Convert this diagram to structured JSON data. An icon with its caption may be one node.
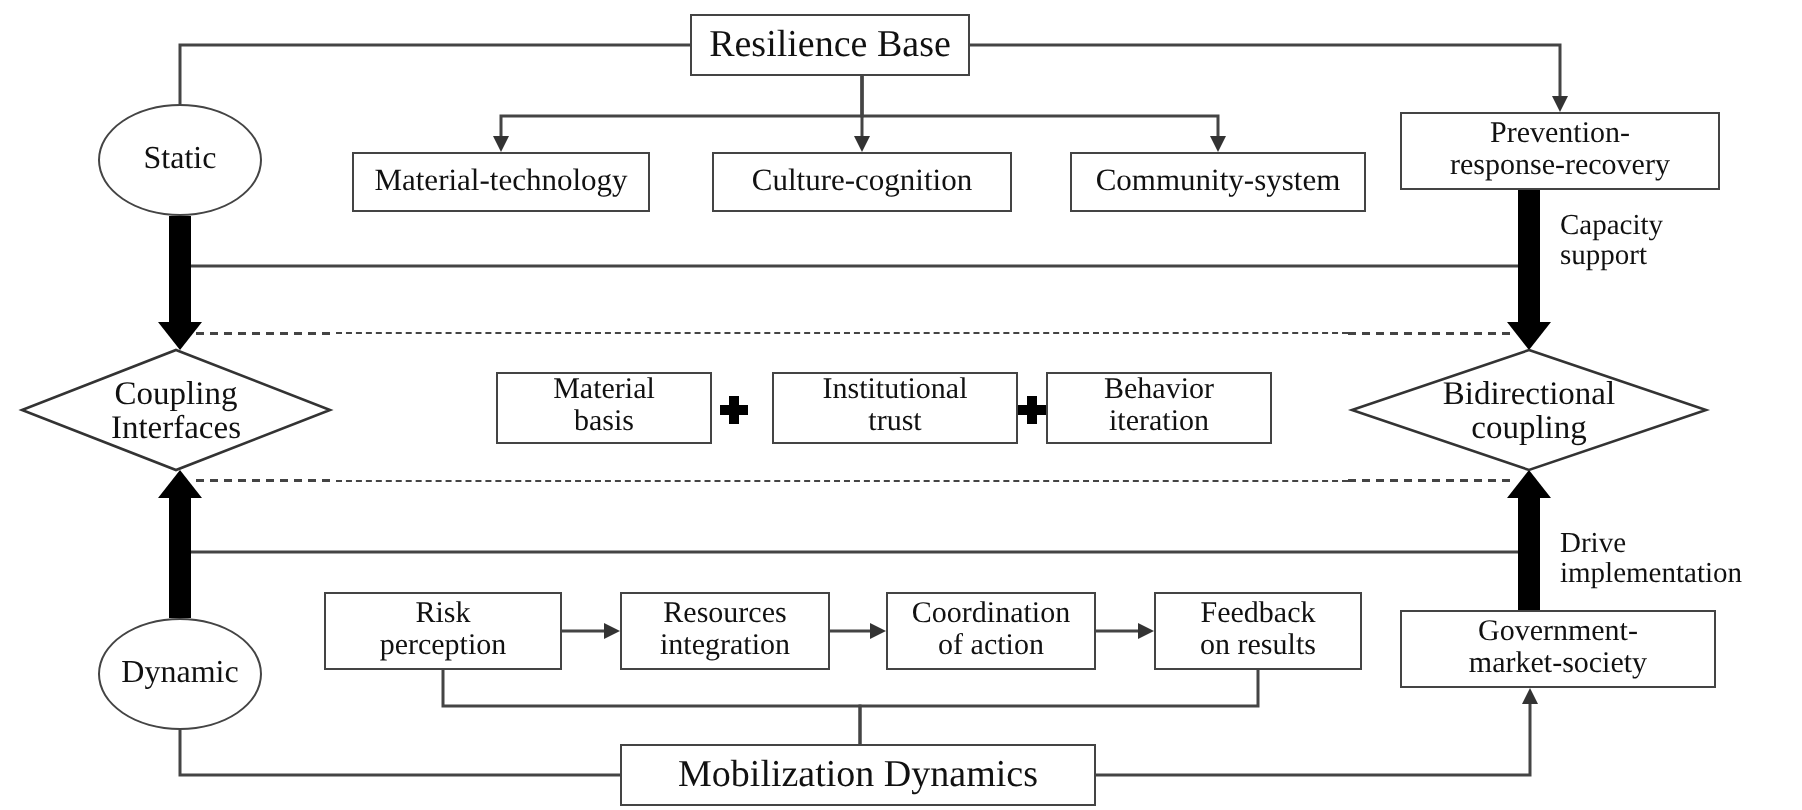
{
  "diagram": {
    "nodes": [
      {
        "text": [
          "Resilience Base"
        ]
      },
      {
        "text": [
          "Static"
        ]
      },
      {
        "text": [
          "Material-technology"
        ]
      },
      {
        "text": [
          "Culture-cognition"
        ]
      },
      {
        "text": [
          "Community-system"
        ]
      },
      {
        "text": [
          "Prevention-response-recovery"
        ]
      },
      {
        "text": [],
        "shape": "box"
      },
      {
        "text": [
          "Material basis"
        ],
        "in": 6
      },
      {
        "text": [
          "Institutional trust"
        ],
        "in": 6
      },
      {
        "text": [
          "Behavior iteration"
        ],
        "in": 6
      },
      {
        "text": [
          "Coupling Interfaces"
        ]
      },
      {
        "text": [
          "Bidirectional coupling"
        ]
      },
      {
        "text": [
          "Dynamic"
        ]
      },
      {
        "text": [
          "Risk perception"
        ]
      },
      {
        "text": [
          "Resources integration"
        ]
      },
      {
        "text": [
          "Coordination of action"
        ]
      },
      {
        "text": [
          "Feedback on results"
        ]
      },
      {
        "text": [
          "Government-market-society"
        ]
      },
      {
        "text": [
          "Mobilization Dynamics"
        ]
      }
    ],
    "edges": [
      {
        "from": 0,
        "to": 1,
        "arrow": "none"
      },
      {
        "from": 0,
        "to": 5,
        "arrow": "to"
      },
      {
        "from": 0,
        "to": 2,
        "arrow": "to"
      },
      {
        "from": 0,
        "to": 3,
        "arrow": "to"
      },
      {
        "from": 0,
        "to": 4,
        "arrow": "to"
      },
      {
        "from": 1,
        "to": 10,
        "arrow": "to",
        "style": "thick"
      },
      {
        "from": 5,
        "to": 11,
        "arrow": "to",
        "style": "thick",
        "label": "Capacity support"
      },
      {
        "from": 12,
        "to": 10,
        "arrow": "to",
        "style": "thick"
      },
      {
        "from": 17,
        "to": 11,
        "arrow": "to",
        "style": "thick",
        "label": "Drive implementation"
      },
      {
        "from": 13,
        "to": 14,
        "arrow": "to"
      },
      {
        "from": 14,
        "to": 15,
        "arrow": "to"
      },
      {
        "from": 15,
        "to": 16,
        "arrow": "to"
      },
      {
        "from": 18,
        "to": 13,
        "arrow": "none"
      },
      {
        "from": 18,
        "to": 16,
        "arrow": "none"
      },
      {
        "from": 18,
        "to": 12,
        "arrow": "none"
      },
      {
        "from": 18,
        "to": 17,
        "arrow": "to"
      }
    ]
  }
}
